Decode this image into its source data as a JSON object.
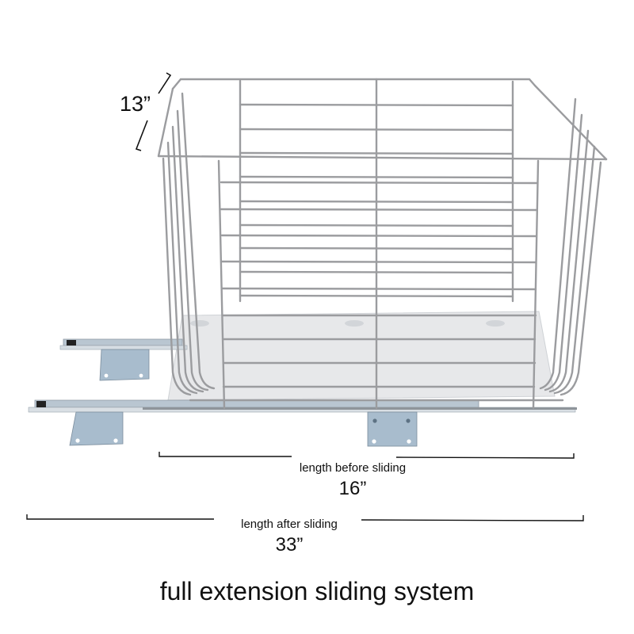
{
  "product": {
    "name": "wire-basket-with-sliding-rails",
    "colors": {
      "wire": "#9a9a9c",
      "wire_dark": "#6e6e70",
      "tray": "#e6e7ea",
      "rail": "#b9c3cc",
      "bracket": "#7f98ad"
    }
  },
  "dimensions": {
    "height": {
      "value": "13”"
    },
    "before": {
      "label": "length before sliding",
      "value": "16”"
    },
    "after": {
      "label": "length after sliding",
      "value": "33”"
    }
  },
  "caption": "full extension sliding system"
}
